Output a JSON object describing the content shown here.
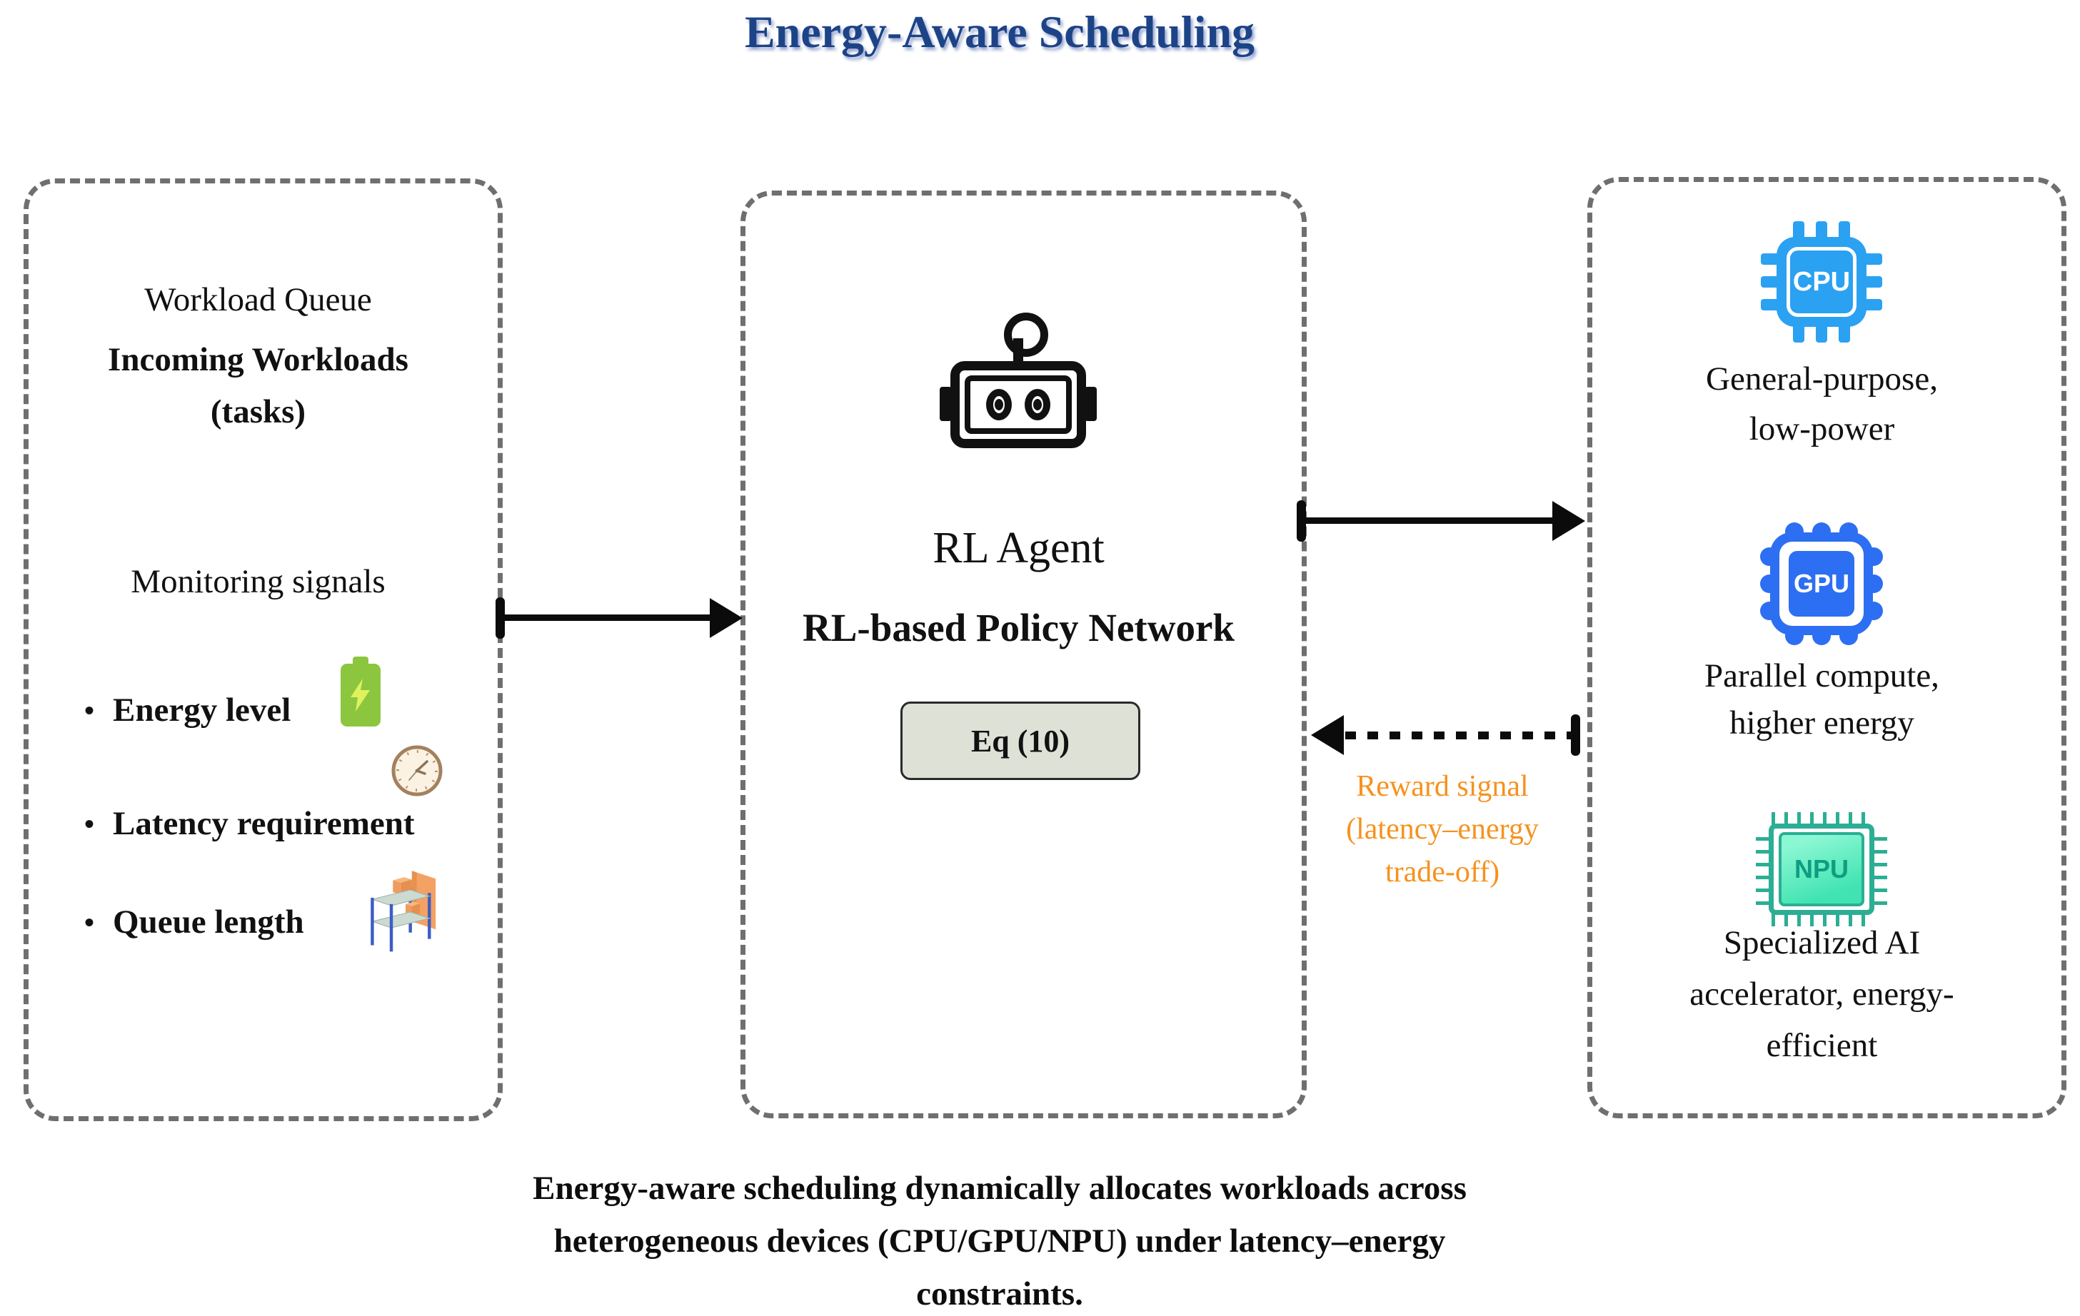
{
  "title": {
    "text": "Energy-Aware Scheduling",
    "color": "#1d4387"
  },
  "left_panel": {
    "heading": "Workload Queue",
    "incoming_line1": "Incoming Workloads",
    "incoming_line2": "(tasks)",
    "signals_heading": "Monitoring signals",
    "bullet_char": "•",
    "bullets": [
      {
        "label": "Energy level",
        "icon": "battery-icon",
        "icon_color": "#8cc63e"
      },
      {
        "label": "Latency requirement",
        "icon": "clock-icon",
        "icon_color": "#a3815f"
      },
      {
        "label": "Queue length",
        "icon": "shelf-icon",
        "icon_color": "#3d5cc5"
      }
    ]
  },
  "center_panel": {
    "icon": "robot-icon",
    "agent_label": "RL Agent",
    "network_label": "RL-based Policy Network",
    "equation_label": "Eq (10)",
    "equation_box_fill": "#dde1d6"
  },
  "right_panel": {
    "devices": [
      {
        "chip_label": "CPU",
        "chip_color": "#2ba1f2",
        "desc_lines": [
          "General-purpose,",
          "low-power"
        ]
      },
      {
        "chip_label": "GPU",
        "chip_color": "#2d6ff2",
        "desc_lines": [
          "Parallel compute,",
          "higher energy"
        ]
      },
      {
        "chip_label": "NPU",
        "chip_color": "#2bae94",
        "desc_lines": [
          "Specialized AI",
          "accelerator, energy-",
          "efficient"
        ]
      }
    ]
  },
  "connections": {
    "arrow_color": "#0b0b0b",
    "reward_label_lines": [
      "Reward signal",
      "(latency–energy",
      "trade-off)"
    ],
    "reward_color": "#f6921e"
  },
  "caption": {
    "lines": [
      "Energy-aware scheduling dynamically allocates workloads across",
      "heterogeneous devices (CPU/GPU/NPU) under latency–energy",
      "constraints."
    ]
  },
  "panel_border_color": "#6f6f6f"
}
